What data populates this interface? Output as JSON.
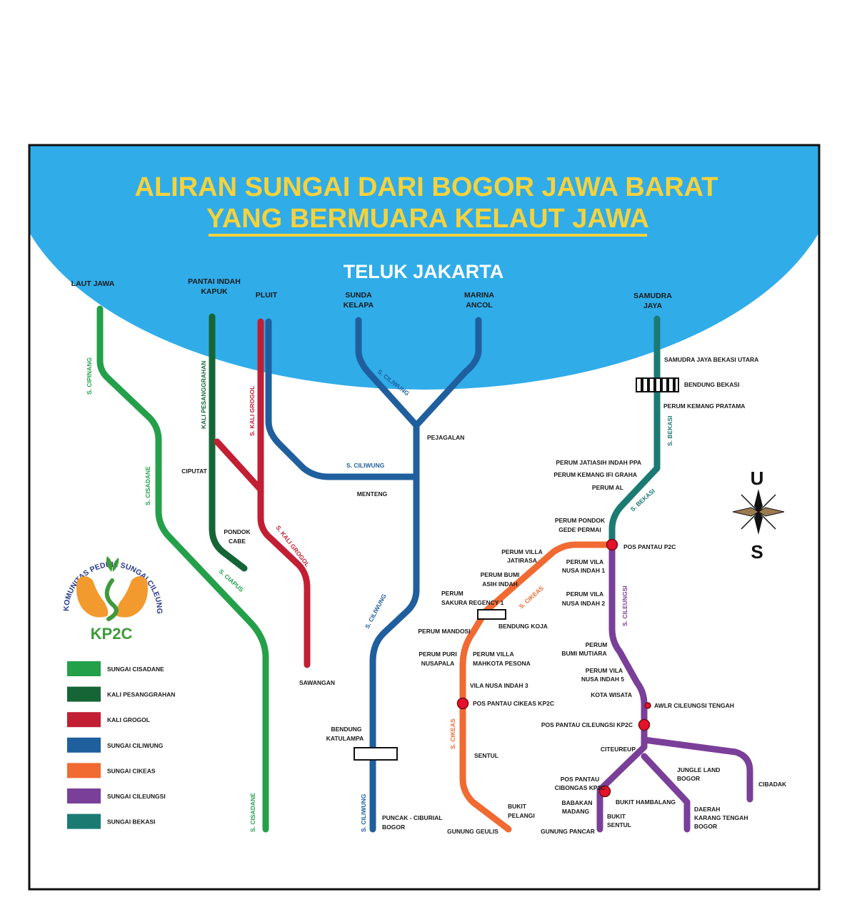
{
  "title": {
    "line1": "ALIRAN SUNGAI DARI BOGOR JAWA BARAT",
    "line2": "YANG BERMUARA KELAUT JAWA"
  },
  "sea_label": "TELUK JAKARTA",
  "colors": {
    "sea": "#30ace9",
    "title": "#f6d23c",
    "cisadane": "#24a04a",
    "pesanggrahan": "#166536",
    "grogol": "#c21f34",
    "ciliwung": "#1f5f9e",
    "cikeas": "#f06a32",
    "cileungsi": "#7a3f98",
    "bekasi": "#1b7b73",
    "post": "#e4122b"
  },
  "mouths": {
    "laut_jawa": "LAUT JAWA",
    "pantai_indah_kapuk_1": "PANTAI INDAH",
    "pantai_indah_kapuk_2": "KAPUK",
    "pluit": "PLUIT",
    "sunda_kelapa_1": "SUNDA",
    "sunda_kelapa_2": "KELAPA",
    "marina_ancol_1": "MARINA",
    "marina_ancol_2": "ANCOL",
    "samudra_jaya_1": "SAMUDRA",
    "samudra_jaya_2": "JAYA"
  },
  "river_labels": {
    "s_cipinang": "S. CIPINANG",
    "s_cisadane": "S. CISADANE",
    "s_ciapus": "S. CIAPUS",
    "kali_pesanggrahan": "KALI PESANGGRAHAN",
    "s_kali_grogol": "S. KALI GROGOL",
    "s_ciliwung": "S. CILIWUNG",
    "s_cikeas": "S. CIKEAS",
    "s_cileungsi": "S. CILEUNGSI",
    "s_bekasi": "S. BEKASI"
  },
  "places": {
    "ciputat": "CIPUTAT",
    "pondok_cabe_1": "PONDOK",
    "pondok_cabe_2": "CABE",
    "sawangan": "SAWANGAN",
    "pejagalan": "PEJAGALAN",
    "menteng": "MENTENG",
    "bendung_katulampa_1": "BENDUNG",
    "bendung_katulampa_2": "KATULAMPA",
    "puncak_1": "PUNCAK - CIBURIAL",
    "puncak_2": "BOGOR",
    "samudra_jaya_bekasi_utara": "SAMUDRA JAYA BEKASI UTARA",
    "bendung_bekasi": "BENDUNG BEKASI",
    "perum_kemang_pratama": "PERUM  KEMANG PRATAMA",
    "perum_jatiasih": "PERUM JATIASIH INDAH PPA",
    "perum_kemang_ifi": "PERUM  KEMANG IFI GRAHA",
    "perum_al": "PERUM  AL",
    "perum_pondok_gede_1": "PERUM PONDOK",
    "perum_pondok_gede_2": "GEDE PERMAI",
    "pos_pantau_p2c": "POS PANTAU P2C",
    "perum_villa_jatirasa_1": "PERUM VILLA",
    "perum_villa_jatirasa_2": "JATIRASA",
    "perum_bumi_asih_1": "PERUM BUMI",
    "perum_bumi_asih_2": "ASIH INDAH",
    "perum_sakura_1": "PERUM",
    "perum_sakura_2": "SAKURA REGENCY 1",
    "bendung_koja": "BENDUNG KOJA",
    "perum_mandosi": "PERUM MANDOSI",
    "perum_puri_1": "PERUM  PURI",
    "perum_puri_2": "NUSAPALA",
    "perum_villa_mahkota_1": "PERUM  VILLA",
    "perum_villa_mahkota_2": "MAHKOTA PESONA",
    "vila_nusa_indah_3": "VILA NUSA INDAH 3",
    "pos_pantau_cikeas": "POS PANTAU CIKEAS KP2C",
    "sentul": "SENTUL",
    "bukit_pelangi_1": "BUKIT",
    "bukit_pelangi_2": "PELANGI",
    "gunung_geulis": "GUNUNG GEULIS",
    "perum_vila_nusa_1_1": "PERUM VILA",
    "perum_vila_nusa_1_2": "NUSA INDAH 1",
    "perum_vila_nusa_2_1": "PERUM VILA",
    "perum_vila_nusa_2_2": "NUSA INDAH 2",
    "perum_bumi_mutiara_1": "PERUM",
    "perum_bumi_mutiara_2": "BUMI MUTIARA",
    "perum_vila_nusa_5_1": "PERUM VILA",
    "perum_vila_nusa_5_2": "NUSA INDAH 5",
    "kota_wisata": "KOTA WISATA",
    "awlr": "AWLR CILEUNGSI TENGAH",
    "pos_pantau_cileungsi": "POS PANTAU CILEUNGSI KP2C",
    "citeureup": "CITEUREUP",
    "jungle_land_1": "JUNGLE LAND",
    "jungle_land_2": "BOGOR",
    "cibadak": "CIBADAK",
    "pos_pantau_cibongas_1": "POS PANTAU",
    "pos_pantau_cibongas_2": "CIBONGAS KP2C",
    "babakan_madang_1": "BABAKAN",
    "babakan_madang_2": "MADANG",
    "bukit_hambalang": "BUKIT HAMBALANG",
    "bukit_sentul_1": "BUKIT",
    "bukit_sentul_2": "SENTUL",
    "daerah_karang_1": "DAERAH",
    "daerah_karang_2": "KARANG TENGAH",
    "daerah_karang_3": "BOGOR",
    "gunung_pancar": "GUNUNG PANCAR"
  },
  "compass": {
    "north": "U",
    "south": "S"
  },
  "logo": {
    "ring_text": "KOMUNITAS PEDULI SUNGAI CILEUNGSI - CIKEAS",
    "acronym": "KP2C"
  },
  "legend": [
    {
      "label": "SUNGAI CISADANE",
      "color": "#24a04a"
    },
    {
      "label": "KALI PESANGGRAHAN",
      "color": "#166536"
    },
    {
      "label": "KALI GROGOL",
      "color": "#c21f34"
    },
    {
      "label": "SUNGAI CILIWUNG",
      "color": "#1f5f9e"
    },
    {
      "label": "SUNGAI CIKEAS",
      "color": "#f06a32"
    },
    {
      "label": "SUNGAI CILEUNGSI",
      "color": "#7a3f98"
    },
    {
      "label": "SUNGAI BEKASI",
      "color": "#1b7b73"
    }
  ]
}
